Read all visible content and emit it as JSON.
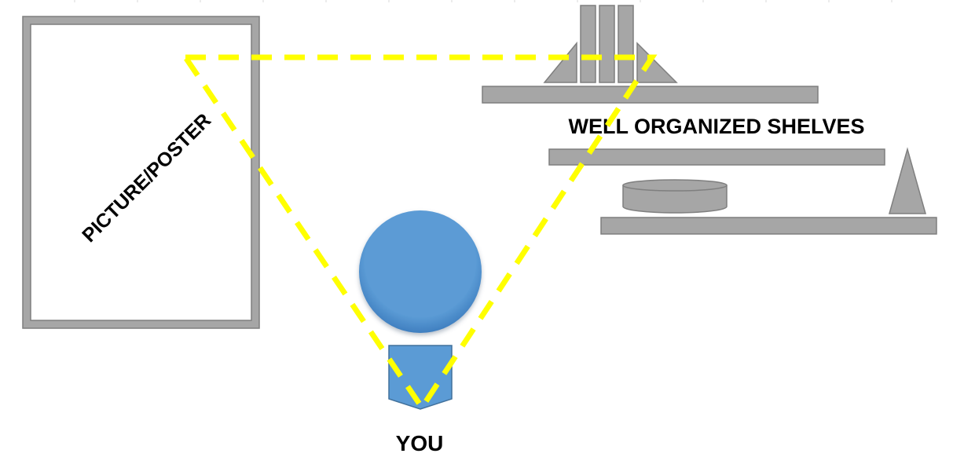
{
  "labels": {
    "poster": "PICTURE/POSTER",
    "shelves": "WELL ORGANIZED SHELVES",
    "you": "YOU"
  },
  "colors": {
    "background": "#ffffff",
    "object_fill": "#a6a6a6",
    "object_stroke": "#7f7f7f",
    "sightline": "#ffff00",
    "person": "#5b9bd5"
  },
  "icons": {
    "person": "person-icon",
    "books": "book-icon",
    "bowl": "bowl-icon",
    "cone": "cone-icon"
  }
}
